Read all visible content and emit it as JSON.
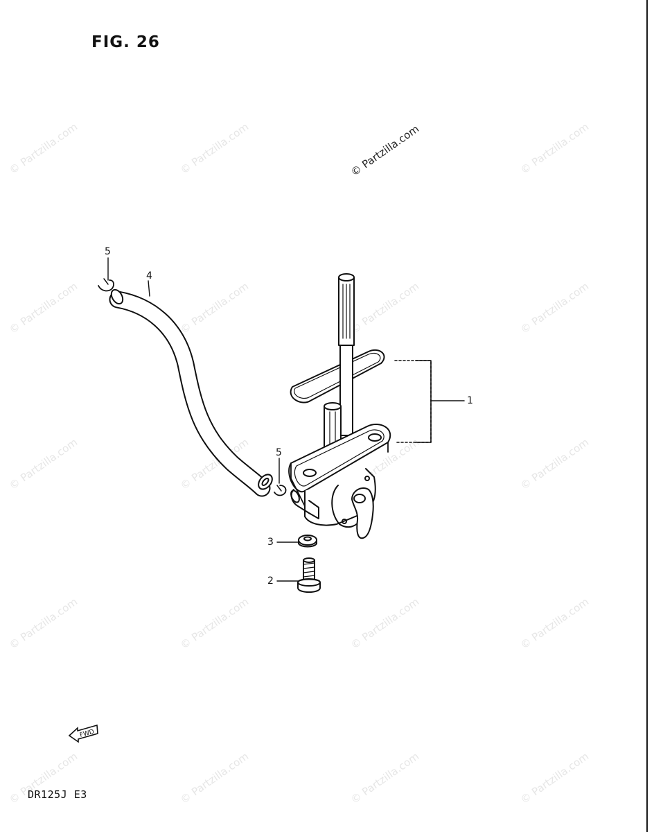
{
  "figure": {
    "title": "FIG. 26",
    "model_code": "DR125J E3",
    "watermark_text": "© Partzilla.com",
    "fwd_arrow_label": "FWD"
  },
  "parts": [
    {
      "ref": "1",
      "component": "fuel cock assembly"
    },
    {
      "ref": "2",
      "component": "bolt"
    },
    {
      "ref": "3",
      "component": "washer"
    },
    {
      "ref": "4",
      "component": "fuel hose"
    },
    {
      "ref": "5",
      "component": "hose clamp"
    }
  ],
  "colors": {
    "line": "#111111",
    "watermark": "#e6e6e6",
    "paper": "#ffffff"
  }
}
